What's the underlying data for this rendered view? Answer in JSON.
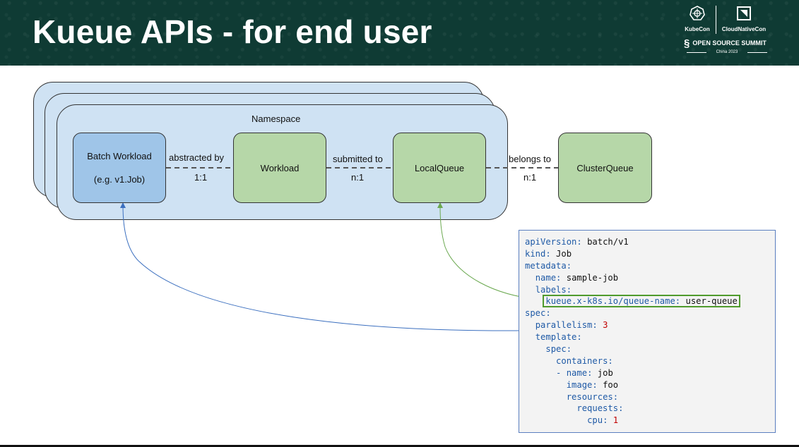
{
  "slide": {
    "title": "Kueue APIs - for end user"
  },
  "branding": {
    "kubecon": "KubeCon",
    "cloudnativecon": "CloudNativeCon",
    "open_source_summit": "OPEN SOURCE SUMMIT",
    "event": "China 2023",
    "kubecon_icon": "helm-wheel-icon",
    "cncf_icon": "cncf-logo-icon",
    "oss_icon": "oss-s-logo-icon"
  },
  "diagram": {
    "namespace_label": "Namespace",
    "nodes": {
      "batch_workload": {
        "title": "Batch Workload",
        "subtitle": "(e.g. v1.Job)"
      },
      "workload": {
        "title": "Workload"
      },
      "local_queue": {
        "title": "LocalQueue"
      },
      "cluster_queue": {
        "title": "ClusterQueue"
      }
    },
    "edges": {
      "abstracted": {
        "label": "abstracted by",
        "cardinality": "1:1"
      },
      "submitted": {
        "label": "submitted to",
        "cardinality": "n:1"
      },
      "belongs": {
        "label": "belongs to",
        "cardinality": "n:1"
      }
    },
    "colors": {
      "namespace": "#cfe2f3",
      "batch_workload": "#9fc5e8",
      "green_node": "#b6d7a8",
      "blue_arrow": "#3b6fbf",
      "green_arrow": "#6aa84f"
    }
  },
  "yaml": {
    "l1k": "apiVersion",
    "l1v": "batch/v1",
    "l2k": "kind",
    "l2v": "Job",
    "l3k": "metadata",
    "l4k": "name",
    "l4v": "sample-job",
    "l5k": "labels",
    "l6k": "kueue.x-k8s.io/queue-name",
    "l6v": "user-queue",
    "l7k": "spec",
    "l8k": "parallelism",
    "l8v": "3",
    "l9k": "template",
    "l10k": "spec",
    "l11k": "containers",
    "l12k": "name",
    "l12v": "job",
    "l13k": "image",
    "l13v": "foo",
    "l14k": "resources",
    "l15k": "requests",
    "l16k": "cpu",
    "l16v": "1"
  }
}
